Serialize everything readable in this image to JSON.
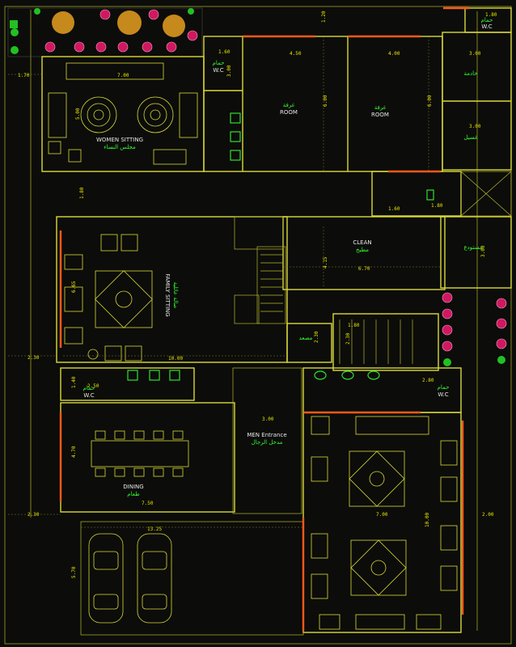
{
  "rooms": {
    "women_sitting": {
      "en": "WOMEN SITTING",
      "ar": "مجلس النساء"
    },
    "room_1": {
      "en": "ROOM",
      "ar": "غرفة"
    },
    "room_2": {
      "en": "ROOM",
      "ar": "غرفة"
    },
    "maid": {
      "ar": "خادمة"
    },
    "laundry": {
      "ar": "غسيل"
    },
    "wc_top_left": {
      "en": "W.C",
      "ar": "حمام"
    },
    "wc_top_right": {
      "en": "W.C",
      "ar": "حمام"
    },
    "clean_kitchen": {
      "en": "CLEAN",
      "ar": "مطبخ"
    },
    "store": {
      "ar": "مستودع"
    },
    "lift": {
      "ar": "مصعد"
    },
    "family_sitting": {
      "en": "FAMILY SITTING",
      "ar": "صالة عائلية"
    },
    "wc_mid_left": {
      "en": "W.C",
      "ar": "حمام"
    },
    "wc_mid_right": {
      "en": "W.C",
      "ar": "حمام"
    },
    "men_entrance": {
      "en": "MEN Entrance",
      "ar": "مدخل الرجال"
    },
    "dining": {
      "en": "DINING",
      "ar": "طعام"
    }
  },
  "dimensions": {
    "d_top_wc": "1.20",
    "d_wc_small": "1.60",
    "d_wc_h": "3.00",
    "d_room1_w": "4.50",
    "d_room2_w": "4.00",
    "d_room_h1": "6.00",
    "d_room_h2": "6.00",
    "d_maid_w": "3.00",
    "d_laundry_w": "3.00",
    "d_topright": "1.80",
    "d_left_170": "1.70",
    "d_women_w": "7.00",
    "d_women_h": "5.00",
    "d_corr_180": "1.80",
    "d_mid_160": "1.60",
    "d_mid_180": "1.80",
    "d_kitchen_h": "4.15",
    "d_kitchen_w": "6.70",
    "d_store_h": "3.00",
    "d_family_h": "6.65",
    "d_lift": "2.30",
    "d_stair": "1.80",
    "d_stair_h": "2.30",
    "d_left_230": "2.30",
    "d_family_w": "10.00",
    "d_wc_140": "1.40",
    "d_wc_250": "2.50",
    "d_entry_w": "3.00",
    "d_wc_right": "2.80",
    "d_dining_h": "4.70",
    "d_dining_w": "7.50",
    "d_left_230b": "2.30",
    "d_men_w": "7.00",
    "d_men_h": "10.00",
    "d_right_200": "2.00",
    "d_garage_w": "13.25",
    "d_garage_h": "5.70"
  },
  "colors": {
    "background": "#0c0c0a",
    "walls": "#d9d93a",
    "windows": "#ff5a1a",
    "text_arabic": "#33ff33",
    "dimensions": "#e6e600"
  }
}
